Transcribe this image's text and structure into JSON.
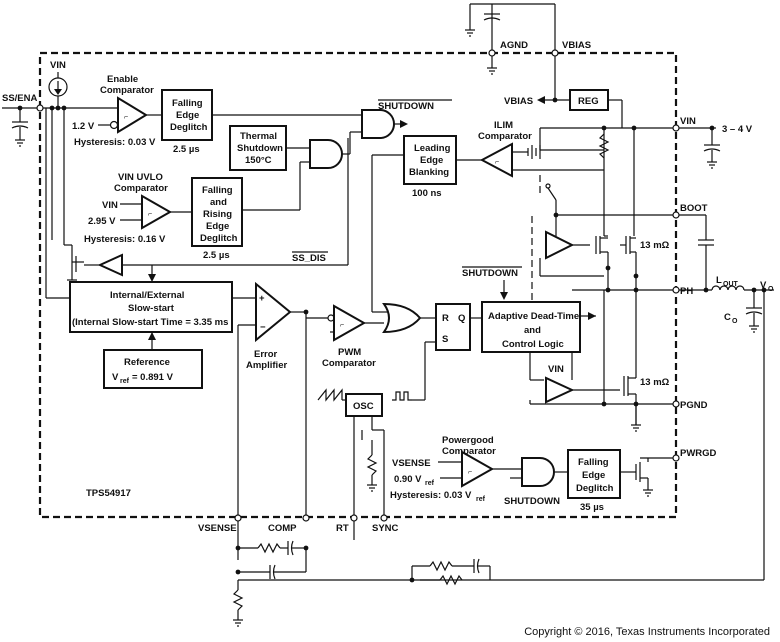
{
  "pins": {
    "ss_ena": "SS/ENA",
    "vin_top": "VIN",
    "vin": "VIN",
    "agnd": "AGND",
    "vbias": "VBIAS",
    "boot": "BOOT",
    "ph": "PH",
    "pgnd": "PGND",
    "pwrgd": "PWRGD",
    "vsense": "VSENSE",
    "comp": "COMP",
    "rt": "RT",
    "sync": "SYNC",
    "vo": "V",
    "vo_sub": "O",
    "lout": "L",
    "lout_sub": "OUT",
    "co": "C",
    "co_sub": "O"
  },
  "supply": {
    "vin_range": "3 – 4 V"
  },
  "blocks": {
    "enable_comp": [
      "Enable",
      "Comparator"
    ],
    "enable_ref": "1.2 V",
    "enable_hyst": "Hysteresis: 0.03 V",
    "falling_deglitch_1": [
      "Falling",
      "Edge",
      "Deglitch"
    ],
    "deglitch_time_1": "2.5 µs",
    "thermal": [
      "Thermal",
      "Shutdown",
      "150°C"
    ],
    "shutdown_label": "SHUTDOWN",
    "uvlo_comp": [
      "VIN UVLO",
      "Comparator"
    ],
    "uvlo_vin": "VIN",
    "uvlo_ref": "2.95 V",
    "uvlo_hyst": "Hysteresis: 0.16 V",
    "rising_deglitch": [
      "Falling",
      "and",
      "Rising",
      "Edge",
      "Deglitch"
    ],
    "deglitch_time_2": "2.5 µs",
    "ss_dis": "SS_DIS",
    "slow_start": [
      "Internal/External",
      "Slow-start",
      "(Internal Slow-start Time = 3.35 ms"
    ],
    "reference": "Reference",
    "vref_eq": "V",
    "vref_sub": "ref",
    "vref_val": " = 0.891 V",
    "error_amp": [
      "Error",
      "Amplifier"
    ],
    "pwm_comp": [
      "PWM",
      "Comparator"
    ],
    "osc": "OSC",
    "leading_edge": [
      "Leading",
      "Edge",
      "Blanking"
    ],
    "leading_time": "100 ns",
    "ilim_comp": [
      "ILIM",
      "Comparator"
    ],
    "reg": "REG",
    "vbias_out": "VBIAS",
    "rq_r": "R",
    "rq_q": "Q",
    "rq_s": "S",
    "shutdown_label_2": "SHUTDOWN",
    "dead_time": [
      "Adaptive Dead-Time",
      "and",
      "Control Logic"
    ],
    "hs_res": "13 mΩ",
    "ls_res": "13 mΩ",
    "ls_vin": "VIN",
    "pg_comp": [
      "Powergood",
      "Comparator"
    ],
    "pg_vsense": "VSENSE",
    "pg_ref": "0.90 V",
    "pg_ref_sub": "ref",
    "pg_hyst": "Hysteresis: 0.03 V",
    "pg_hyst_sub": "ref",
    "shutdown_label_3": "SHUTDOWN",
    "falling_deglitch_3": [
      "Falling",
      "Edge",
      "Deglitch"
    ],
    "deglitch_time_3": "35 µs",
    "part": "TPS54917"
  },
  "copyright": "Copyright © 2016, Texas Instruments Incorporated"
}
